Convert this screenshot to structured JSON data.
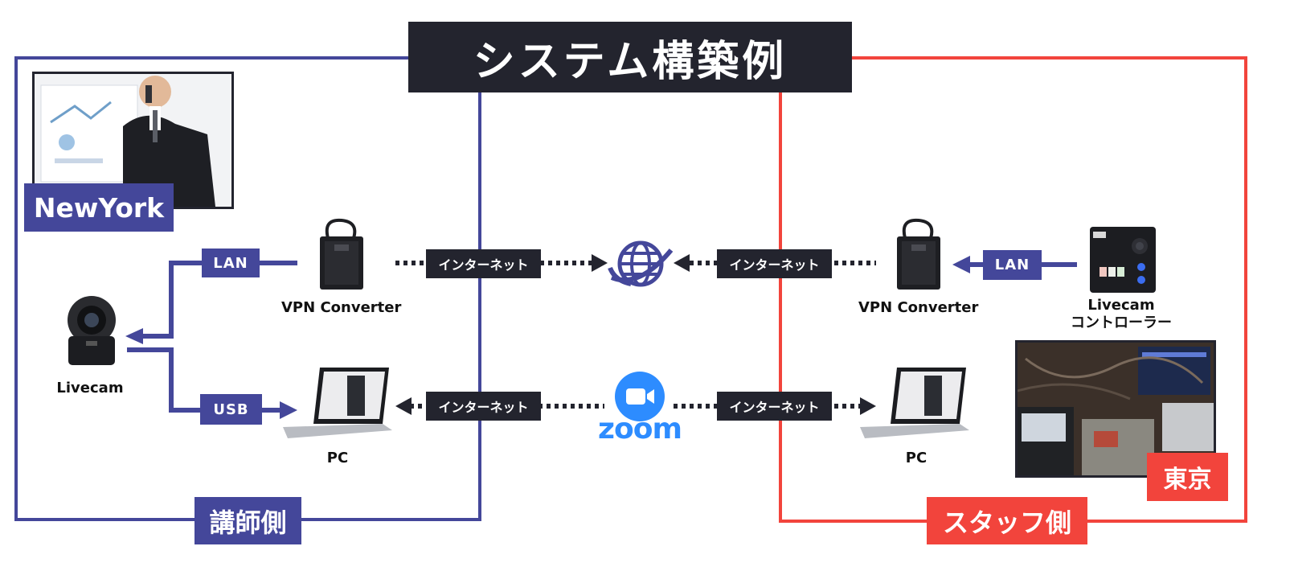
{
  "title": "システム構築例",
  "left_side": {
    "label": "講師側",
    "location": "NewYork",
    "devices": {
      "camera": "Livecam",
      "vpn": "VPN Converter",
      "pc": "PC"
    },
    "links": {
      "lan": "LAN",
      "usb": "USB"
    }
  },
  "right_side": {
    "label": "スタッフ側",
    "location": "東京",
    "devices": {
      "vpn": "VPN Converter",
      "controller_line1": "Livecam",
      "controller_line2": "コントローラー",
      "pc": "PC"
    },
    "links": {
      "lan": "LAN"
    }
  },
  "center": {
    "internet_labels": [
      "インターネット",
      "インターネット",
      "インターネット",
      "インターネット"
    ],
    "zoom_wordmark": "zoom",
    "globe_icon": "globe-icon"
  },
  "colors": {
    "left_accent": "#44479a",
    "right_accent": "#f2443c",
    "dark": "#23242e",
    "zoom_blue": "#2d8cff"
  }
}
